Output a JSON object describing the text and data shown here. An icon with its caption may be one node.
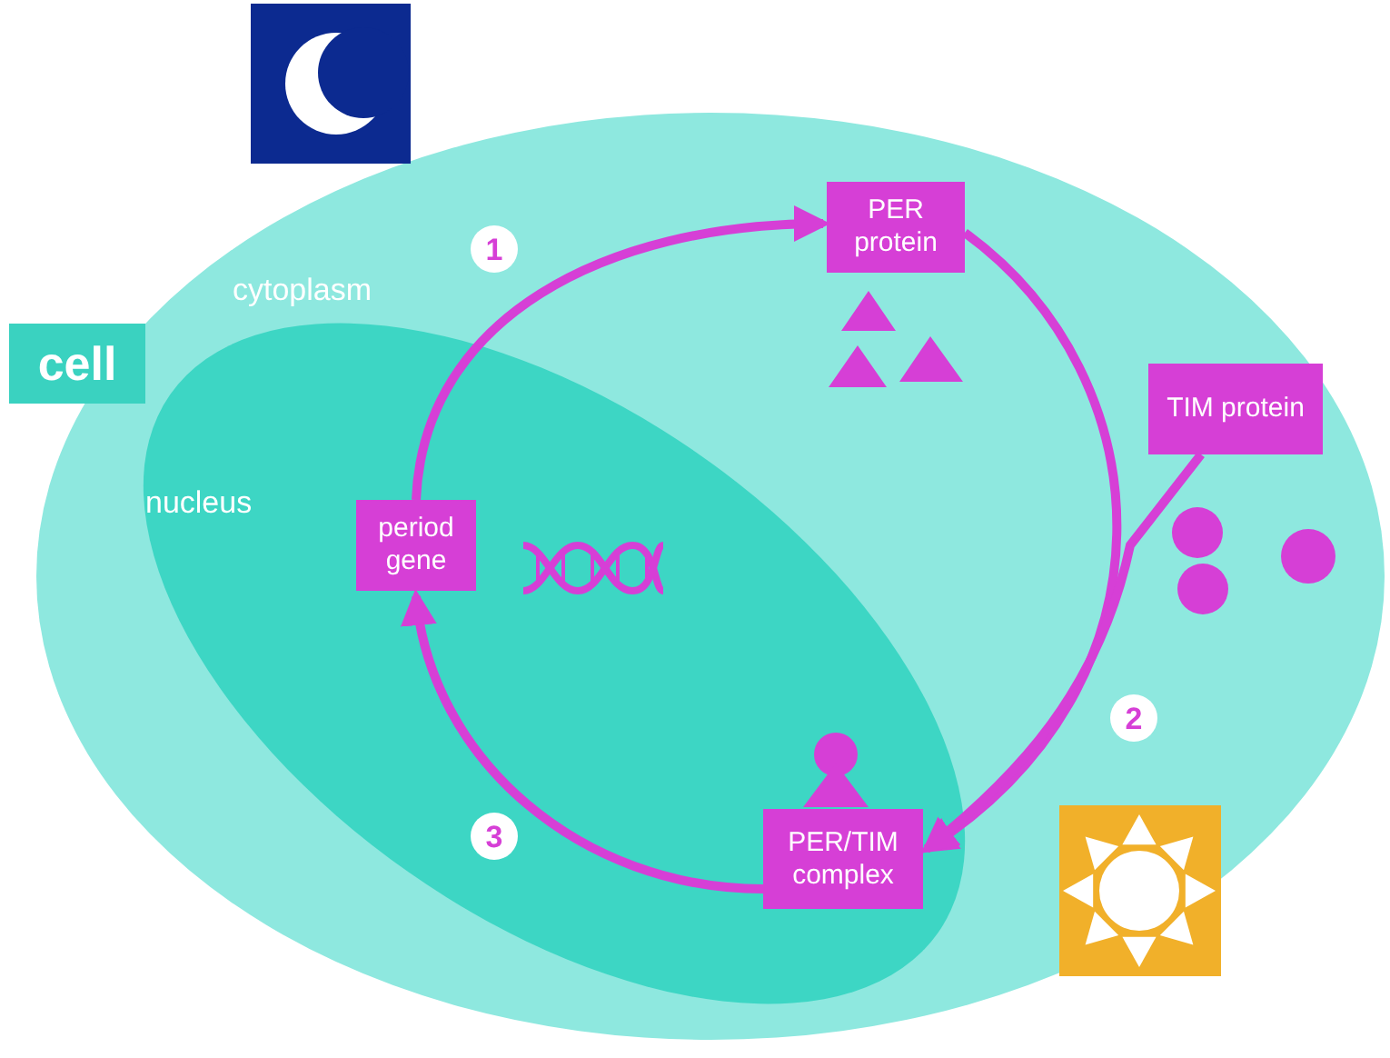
{
  "diagram": {
    "nodes": [
      {
        "text": [
          "cell"
        ]
      },
      {
        "text": [
          "cytoplasm"
        ]
      },
      {
        "text": [
          "nucleus"
        ],
        "in": 1
      },
      {
        "text": [
          "period gene"
        ],
        "in": 2
      },
      {
        "text": [
          "PER protein"
        ],
        "in": 1
      },
      {
        "text": [
          "TIM protein"
        ],
        "in": 1
      },
      {
        "text": [
          "PER/TIM complex"
        ],
        "in": 2
      }
    ],
    "edges": [
      {
        "from": 3,
        "to": 4,
        "arrow": "to",
        "label": "1"
      },
      {
        "from": 4,
        "to": 6,
        "arrow": "to",
        "label": "2"
      },
      {
        "from": 5,
        "to": 6,
        "arrow": "to"
      },
      {
        "from": 6,
        "to": 3,
        "arrow": "to",
        "label": "3"
      }
    ]
  }
}
